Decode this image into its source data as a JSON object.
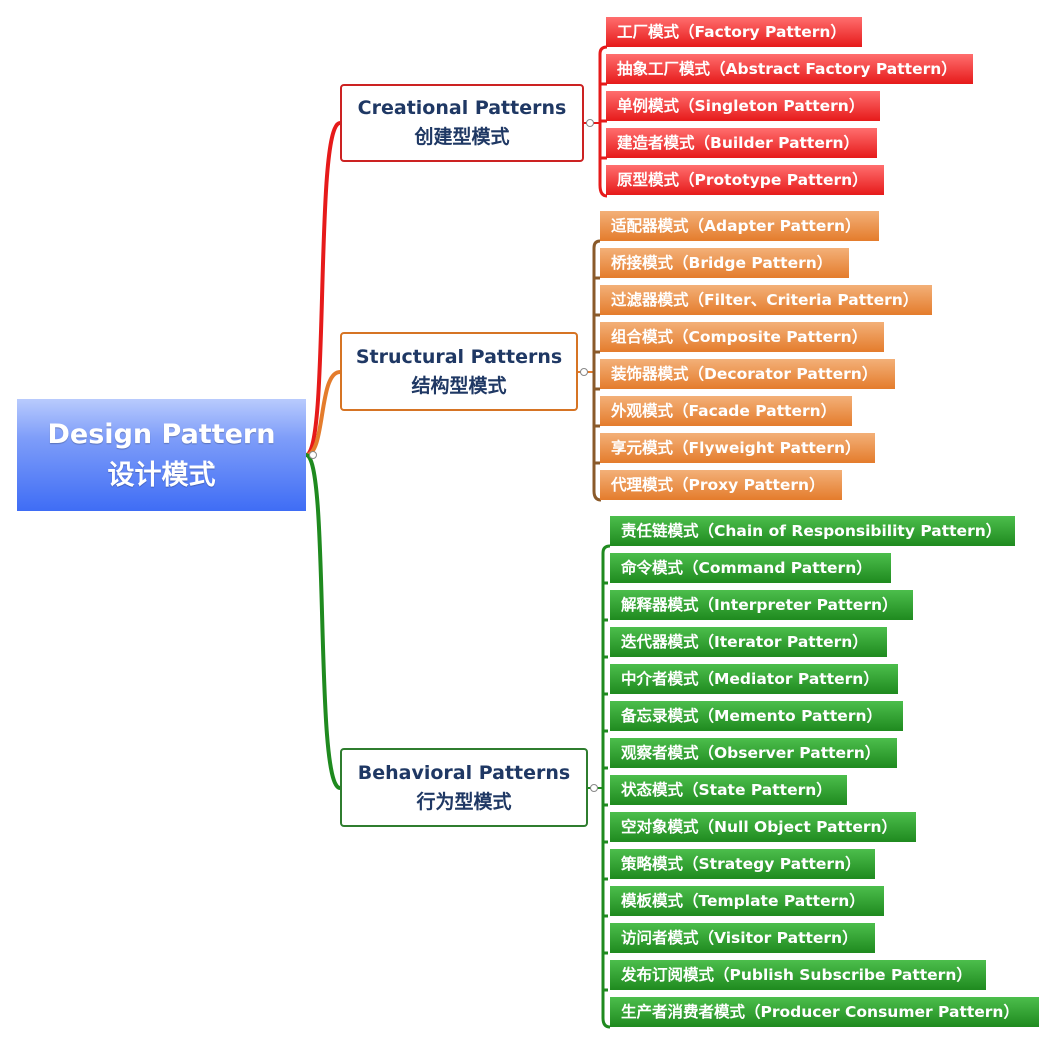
{
  "root": {
    "title_en": "Design Pattern",
    "title_cn": "设计模式"
  },
  "colors": {
    "creational": "#e61a1a",
    "structural": "#e47c2c",
    "behavioral": "#1f8a1f",
    "root": "#3f6df5"
  },
  "categories": [
    {
      "name_en": "Creational Patterns",
      "name_cn": "创建型模式",
      "items": [
        "工厂模式（Factory Pattern）",
        "抽象工厂模式（Abstract Factory Pattern）",
        "单例模式（Singleton Pattern）",
        "建造者模式（Builder Pattern）",
        "原型模式（Prototype Pattern）"
      ]
    },
    {
      "name_en": "Structural Patterns",
      "name_cn": "结构型模式",
      "items": [
        "适配器模式（Adapter Pattern）",
        "桥接模式（Bridge Pattern）",
        "过滤器模式（Filter、Criteria Pattern）",
        "组合模式（Composite Pattern）",
        "装饰器模式（Decorator Pattern）",
        "外观模式（Facade Pattern）",
        "享元模式（Flyweight Pattern）",
        "代理模式（Proxy Pattern）"
      ]
    },
    {
      "name_en": "Behavioral Patterns",
      "name_cn": "行为型模式",
      "items": [
        "责任链模式（Chain of Responsibility Pattern）",
        "命令模式（Command Pattern）",
        "解释器模式（Interpreter Pattern）",
        "迭代器模式（Iterator Pattern）",
        "中介者模式（Mediator Pattern）",
        "备忘录模式（Memento Pattern）",
        "观察者模式（Observer Pattern）",
        "状态模式（State Pattern）",
        "空对象模式（Null Object Pattern）",
        "策略模式（Strategy Pattern）",
        "模板模式（Template Pattern）",
        "访问者模式（Visitor Pattern）",
        "发布订阅模式（Publish Subscribe Pattern）",
        "生产者消费者模式（Producer Consumer Pattern）"
      ]
    }
  ]
}
